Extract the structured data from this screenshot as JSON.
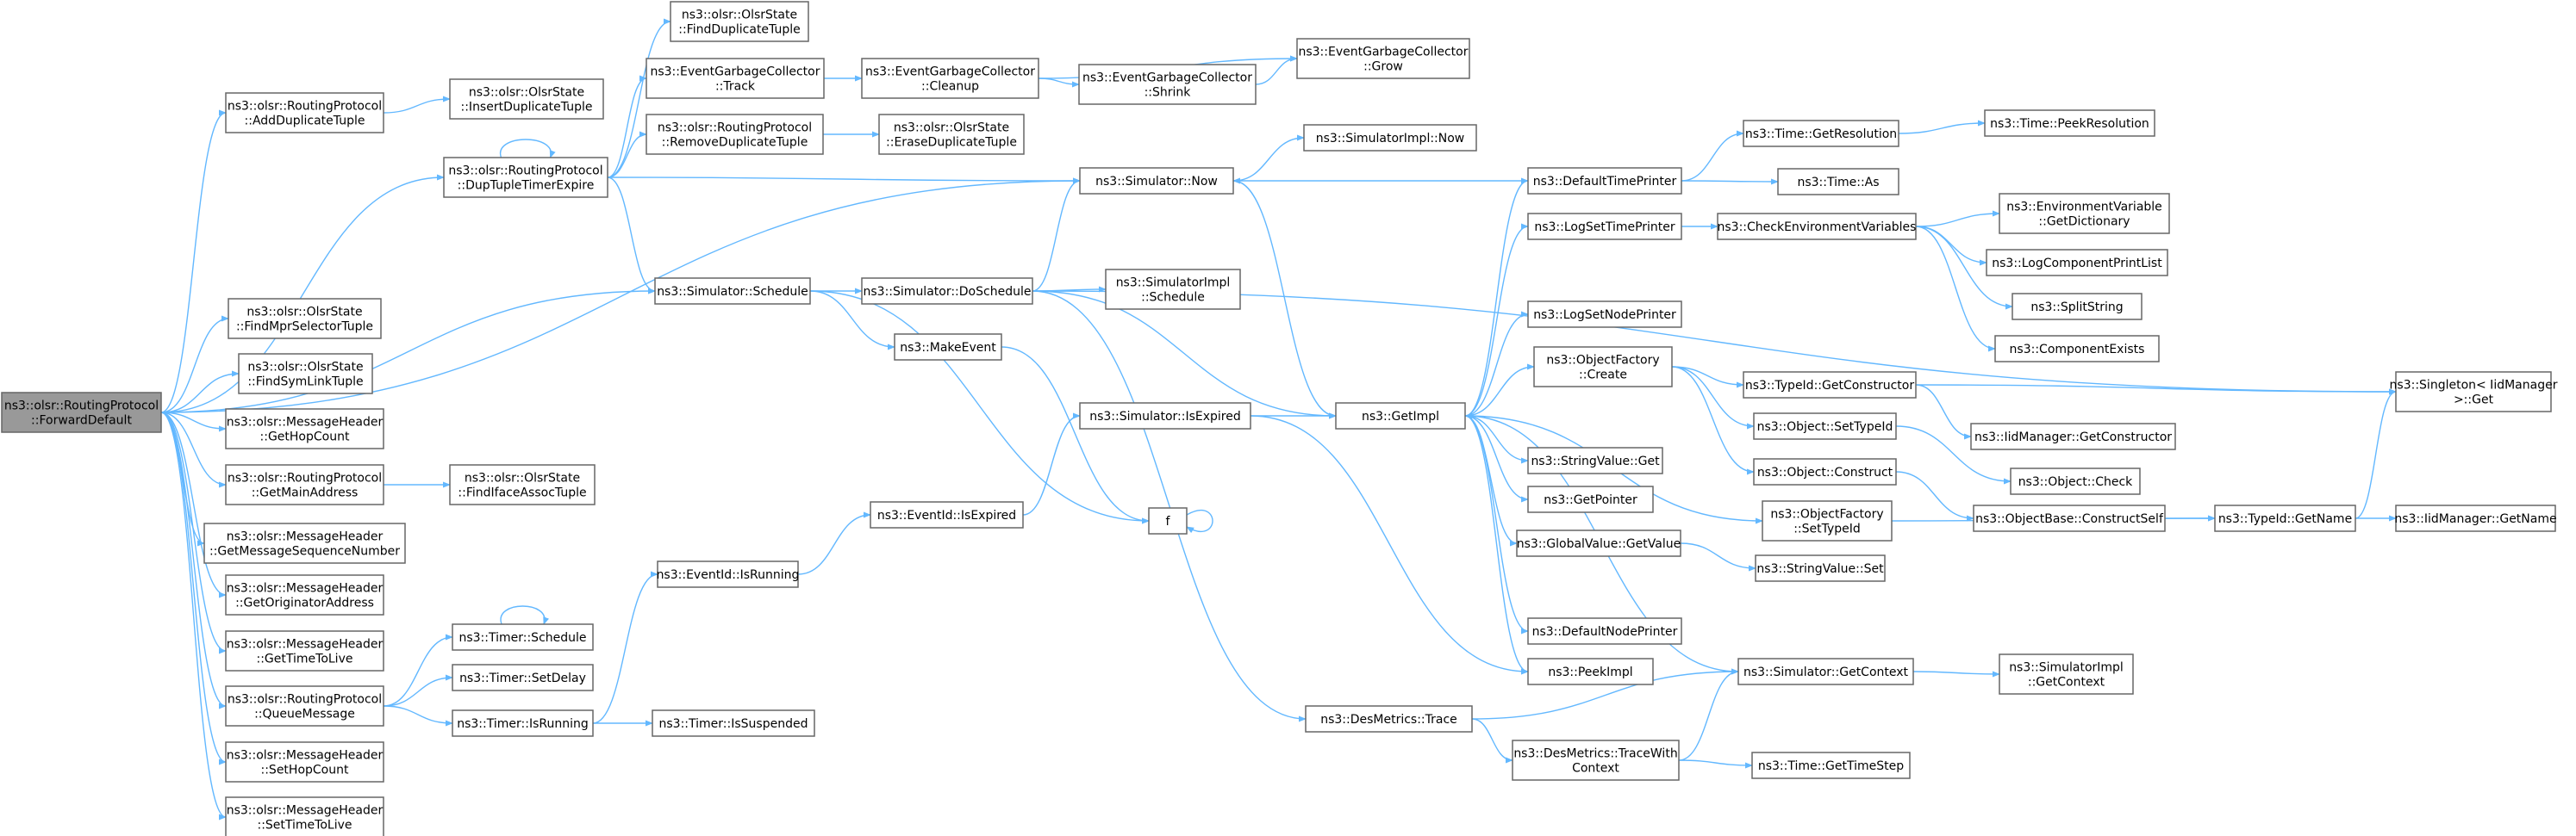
{
  "colors": {
    "edge": "#63b8ff",
    "border": "#666666",
    "red_border": "#ff0000",
    "highlight_fill": "#999999",
    "node_fill": "#ffffff"
  },
  "nodes": [
    {
      "id": "fwd",
      "lines": [
        "ns3::olsr::RoutingProtocol",
        "::ForwardDefault"
      ],
      "style": "highlight"
    },
    {
      "id": "addDup",
      "lines": [
        "ns3::olsr::RoutingProtocol",
        "::AddDuplicateTuple"
      ]
    },
    {
      "id": "dupTimer",
      "lines": [
        "ns3::olsr::RoutingProtocol",
        "::DupTupleTimerExpire"
      ]
    },
    {
      "id": "insDup",
      "lines": [
        "ns3::olsr::OlsrState",
        "::InsertDuplicateTuple"
      ]
    },
    {
      "id": "findDup",
      "lines": [
        "ns3::olsr::OlsrState",
        "::FindDuplicateTuple"
      ]
    },
    {
      "id": "egcTrack",
      "lines": [
        "ns3::EventGarbageCollector",
        "::Track"
      ]
    },
    {
      "id": "egcCleanup",
      "lines": [
        "ns3::EventGarbageCollector",
        "::Cleanup"
      ]
    },
    {
      "id": "egcShrink",
      "lines": [
        "ns3::EventGarbageCollector",
        "::Shrink"
      ]
    },
    {
      "id": "egcGrow",
      "lines": [
        "ns3::EventGarbageCollector",
        "::Grow"
      ]
    },
    {
      "id": "remDup",
      "lines": [
        "ns3::olsr::RoutingProtocol",
        "::RemoveDuplicateTuple"
      ]
    },
    {
      "id": "eraseDup",
      "lines": [
        "ns3::olsr::OlsrState",
        "::EraseDuplicateTuple"
      ]
    },
    {
      "id": "simNow",
      "lines": [
        "ns3::Simulator::Now"
      ]
    },
    {
      "id": "simImplNow",
      "lines": [
        "ns3::SimulatorImpl::Now"
      ]
    },
    {
      "id": "defTimePrinter",
      "lines": [
        "ns3::DefaultTimePrinter"
      ]
    },
    {
      "id": "getRes",
      "lines": [
        "ns3::Time::GetResolution"
      ]
    },
    {
      "id": "peekRes",
      "lines": [
        "ns3::Time::PeekResolution"
      ],
      "style": "red"
    },
    {
      "id": "timeAs",
      "lines": [
        "ns3::Time::As"
      ]
    },
    {
      "id": "simSchedule",
      "lines": [
        "ns3::Simulator::Schedule"
      ]
    },
    {
      "id": "doSchedule",
      "lines": [
        "ns3::Simulator::DoSchedule"
      ]
    },
    {
      "id": "simImplSchedule",
      "lines": [
        "ns3::SimulatorImpl",
        "::Schedule"
      ]
    },
    {
      "id": "makeEvent",
      "lines": [
        "ns3::MakeEvent"
      ]
    },
    {
      "id": "f",
      "lines": [
        "f"
      ]
    },
    {
      "id": "findMpr",
      "lines": [
        "ns3::olsr::OlsrState",
        "::FindMprSelectorTuple"
      ]
    },
    {
      "id": "findSym",
      "lines": [
        "ns3::olsr::OlsrState",
        "::FindSymLinkTuple"
      ]
    },
    {
      "id": "getHop",
      "lines": [
        "ns3::olsr::MessageHeader",
        "::GetHopCount"
      ]
    },
    {
      "id": "getMain",
      "lines": [
        "ns3::olsr::RoutingProtocol",
        "::GetMainAddress"
      ]
    },
    {
      "id": "findIface",
      "lines": [
        "ns3::olsr::OlsrState",
        "::FindIfaceAssocTuple"
      ]
    },
    {
      "id": "getSeq",
      "lines": [
        "ns3::olsr::MessageHeader",
        "::GetMessageSequenceNumber"
      ]
    },
    {
      "id": "getOrig",
      "lines": [
        "ns3::olsr::MessageHeader",
        "::GetOriginatorAddress"
      ]
    },
    {
      "id": "getTTL",
      "lines": [
        "ns3::olsr::MessageHeader",
        "::GetTimeToLive"
      ]
    },
    {
      "id": "queueMsg",
      "lines": [
        "ns3::olsr::RoutingProtocol",
        "::QueueMessage"
      ]
    },
    {
      "id": "setHop",
      "lines": [
        "ns3::olsr::MessageHeader",
        "::SetHopCount"
      ]
    },
    {
      "id": "setTTL",
      "lines": [
        "ns3::olsr::MessageHeader",
        "::SetTimeToLive"
      ]
    },
    {
      "id": "timerSchedule",
      "lines": [
        "ns3::Timer::Schedule"
      ]
    },
    {
      "id": "timerSetDelay",
      "lines": [
        "ns3::Timer::SetDelay"
      ]
    },
    {
      "id": "timerIsRunning",
      "lines": [
        "ns3::Timer::IsRunning"
      ]
    },
    {
      "id": "timerIsSusp",
      "lines": [
        "ns3::Timer::IsSuspended"
      ]
    },
    {
      "id": "eventIsRunning",
      "lines": [
        "ns3::EventId::IsRunning"
      ]
    },
    {
      "id": "eventIsExpired",
      "lines": [
        "ns3::EventId::IsExpired"
      ]
    },
    {
      "id": "simIsExpired",
      "lines": [
        "ns3::Simulator::IsExpired"
      ],
      "style": "red"
    },
    {
      "id": "getImpl",
      "lines": [
        "ns3::GetImpl"
      ]
    },
    {
      "id": "logSetTime",
      "lines": [
        "ns3::LogSetTimePrinter"
      ]
    },
    {
      "id": "logSetNode",
      "lines": [
        "ns3::LogSetNodePrinter"
      ]
    },
    {
      "id": "checkEnv",
      "lines": [
        "ns3::CheckEnvironmentVariables"
      ]
    },
    {
      "id": "envGetDict",
      "lines": [
        "ns3::EnvironmentVariable",
        "::GetDictionary"
      ],
      "style": "red"
    },
    {
      "id": "logCompList",
      "lines": [
        "ns3::LogComponentPrintList"
      ],
      "style": "red"
    },
    {
      "id": "splitString",
      "lines": [
        "ns3::SplitString"
      ]
    },
    {
      "id": "compExists",
      "lines": [
        "ns3::ComponentExists"
      ],
      "style": "red"
    },
    {
      "id": "objFactCreate",
      "lines": [
        "ns3::ObjectFactory",
        "::Create"
      ]
    },
    {
      "id": "typeIdGetCtor",
      "lines": [
        "ns3::TypeId::GetConstructor"
      ]
    },
    {
      "id": "iidGetCtor",
      "lines": [
        "ns3::IidManager::GetConstructor"
      ],
      "style": "red"
    },
    {
      "id": "singleton",
      "lines": [
        "ns3::Singleton< IidManager",
        ">::Get"
      ]
    },
    {
      "id": "objSetTypeId",
      "lines": [
        "ns3::Object::SetTypeId"
      ]
    },
    {
      "id": "objCheck",
      "lines": [
        "ns3::Object::Check"
      ],
      "style": "red"
    },
    {
      "id": "objConstruct",
      "lines": [
        "ns3::Object::Construct"
      ]
    },
    {
      "id": "objBaseConstruct",
      "lines": [
        "ns3::ObjectBase::ConstructSelf"
      ],
      "style": "red"
    },
    {
      "id": "typeIdGetName",
      "lines": [
        "ns3::TypeId::GetName"
      ]
    },
    {
      "id": "iidGetName",
      "lines": [
        "ns3::IidManager::GetName"
      ],
      "style": "red"
    },
    {
      "id": "stringValueGet",
      "lines": [
        "ns3::StringValue::Get"
      ]
    },
    {
      "id": "getPointer",
      "lines": [
        "ns3::GetPointer"
      ]
    },
    {
      "id": "globalValueGet",
      "lines": [
        "ns3::GlobalValue::GetValue"
      ]
    },
    {
      "id": "stringValueSet",
      "lines": [
        "ns3::StringValue::Set"
      ]
    },
    {
      "id": "objFactSetTypeId",
      "lines": [
        "ns3::ObjectFactory",
        "::SetTypeId"
      ]
    },
    {
      "id": "defNodePrinter",
      "lines": [
        "ns3::DefaultNodePrinter"
      ]
    },
    {
      "id": "peekImpl",
      "lines": [
        "ns3::PeekImpl"
      ]
    },
    {
      "id": "simGetContext",
      "lines": [
        "ns3::Simulator::GetContext"
      ]
    },
    {
      "id": "simImplGetContext",
      "lines": [
        "ns3::SimulatorImpl",
        "::GetContext"
      ]
    },
    {
      "id": "desTrace",
      "lines": [
        "ns3::DesMetrics::Trace"
      ]
    },
    {
      "id": "desTraceWith",
      "lines": [
        "ns3::DesMetrics::TraceWith",
        "Context"
      ],
      "style": "red"
    },
    {
      "id": "timeGetStep",
      "lines": [
        "ns3::Time::GetTimeStep"
      ]
    }
  ],
  "edges": [
    [
      "fwd",
      "addDup"
    ],
    [
      "fwd",
      "dupTimer"
    ],
    [
      "fwd",
      "simNow"
    ],
    [
      "fwd",
      "simSchedule"
    ],
    [
      "fwd",
      "findMpr"
    ],
    [
      "fwd",
      "findSym"
    ],
    [
      "fwd",
      "getHop"
    ],
    [
      "fwd",
      "getMain"
    ],
    [
      "fwd",
      "getSeq"
    ],
    [
      "fwd",
      "getOrig"
    ],
    [
      "fwd",
      "getTTL"
    ],
    [
      "fwd",
      "queueMsg"
    ],
    [
      "fwd",
      "setHop"
    ],
    [
      "fwd",
      "setTTL"
    ],
    [
      "addDup",
      "insDup"
    ],
    [
      "dupTimer",
      "dupTimer"
    ],
    [
      "dupTimer",
      "findDup"
    ],
    [
      "dupTimer",
      "egcTrack"
    ],
    [
      "dupTimer",
      "remDup"
    ],
    [
      "dupTimer",
      "simNow"
    ],
    [
      "dupTimer",
      "simSchedule"
    ],
    [
      "egcTrack",
      "egcCleanup"
    ],
    [
      "egcCleanup",
      "egcShrink"
    ],
    [
      "egcCleanup",
      "egcGrow"
    ],
    [
      "egcShrink",
      "egcGrow"
    ],
    [
      "remDup",
      "eraseDup"
    ],
    [
      "simNow",
      "simImplNow"
    ],
    [
      "simNow",
      "getImpl"
    ],
    [
      "defTimePrinter",
      "simNow"
    ],
    [
      "defTimePrinter",
      "getRes"
    ],
    [
      "defTimePrinter",
      "timeAs"
    ],
    [
      "getRes",
      "peekRes"
    ],
    [
      "simSchedule",
      "doSchedule"
    ],
    [
      "simSchedule",
      "makeEvent"
    ],
    [
      "simSchedule",
      "f"
    ],
    [
      "doSchedule",
      "simNow"
    ],
    [
      "doSchedule",
      "simImplSchedule"
    ],
    [
      "doSchedule",
      "getImpl"
    ],
    [
      "doSchedule",
      "singleton"
    ],
    [
      "doSchedule",
      "desTrace"
    ],
    [
      "makeEvent",
      "f"
    ],
    [
      "f",
      "f"
    ],
    [
      "getMain",
      "findIface"
    ],
    [
      "queueMsg",
      "timerSchedule"
    ],
    [
      "queueMsg",
      "timerSetDelay"
    ],
    [
      "queueMsg",
      "timerIsRunning"
    ],
    [
      "timerSchedule",
      "timerSchedule"
    ],
    [
      "timerIsRunning",
      "timerIsSusp"
    ],
    [
      "timerIsRunning",
      "eventIsRunning"
    ],
    [
      "eventIsRunning",
      "eventIsExpired"
    ],
    [
      "eventIsExpired",
      "simIsExpired"
    ],
    [
      "simIsExpired",
      "getImpl"
    ],
    [
      "simIsExpired",
      "peekImpl"
    ],
    [
      "getImpl",
      "defTimePrinter"
    ],
    [
      "getImpl",
      "logSetTime"
    ],
    [
      "getImpl",
      "logSetNode"
    ],
    [
      "getImpl",
      "objFactCreate"
    ],
    [
      "getImpl",
      "stringValueGet"
    ],
    [
      "getImpl",
      "getPointer"
    ],
    [
      "getImpl",
      "globalValueGet"
    ],
    [
      "getImpl",
      "defNodePrinter"
    ],
    [
      "getImpl",
      "peekImpl"
    ],
    [
      "getImpl",
      "objFactSetTypeId"
    ],
    [
      "logSetTime",
      "checkEnv"
    ],
    [
      "checkEnv",
      "envGetDict"
    ],
    [
      "checkEnv",
      "logCompList"
    ],
    [
      "checkEnv",
      "splitString"
    ],
    [
      "checkEnv",
      "compExists"
    ],
    [
      "objFactCreate",
      "typeIdGetCtor"
    ],
    [
      "objFactCreate",
      "objSetTypeId"
    ],
    [
      "objFactCreate",
      "objConstruct"
    ],
    [
      "typeIdGetCtor",
      "iidGetCtor"
    ],
    [
      "typeIdGetCtor",
      "singleton"
    ],
    [
      "objSetTypeId",
      "objCheck"
    ],
    [
      "objConstruct",
      "objBaseConstruct"
    ],
    [
      "objBaseConstruct",
      "typeIdGetName"
    ],
    [
      "typeIdGetName",
      "singleton"
    ],
    [
      "typeIdGetName",
      "iidGetName"
    ],
    [
      "globalValueGet",
      "stringValueSet"
    ],
    [
      "objFactSetTypeId",
      "typeIdGetName"
    ],
    [
      "simGetContext",
      "getImpl"
    ],
    [
      "simGetContext",
      "simImplGetContext"
    ],
    [
      "desTrace",
      "simGetContext"
    ],
    [
      "desTrace",
      "desTraceWith"
    ],
    [
      "desTraceWith",
      "simGetContext"
    ],
    [
      "desTraceWith",
      "timeGetStep"
    ]
  ]
}
